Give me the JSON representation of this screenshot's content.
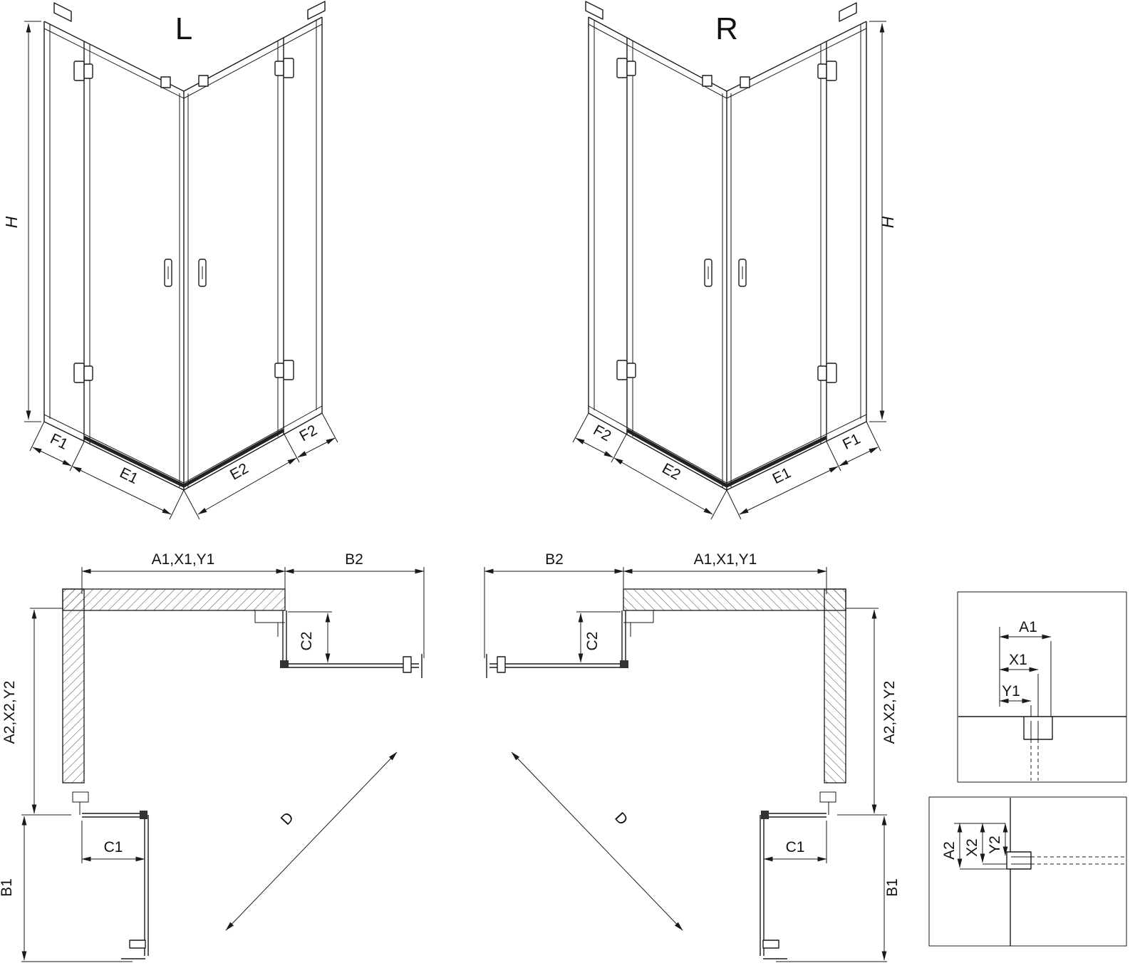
{
  "iso_left": {
    "title": "L",
    "dim_h": "H",
    "dim_f1": "F1",
    "dim_e1": "E1",
    "dim_e2": "E2",
    "dim_f2": "F2"
  },
  "iso_right": {
    "title": "R",
    "dim_h": "H",
    "dim_f1": "F1",
    "dim_e1": "E1",
    "dim_e2": "E2",
    "dim_f2": "F2"
  },
  "plan_left": {
    "dim_a1": "A1,X1,Y1",
    "dim_b2": "B2",
    "dim_c2": "C2",
    "dim_a2": "A2,X2,Y2",
    "dim_c1": "C1",
    "dim_b1": "B1",
    "dim_d": "D"
  },
  "plan_right": {
    "dim_a1": "A1,X1,Y1",
    "dim_b2": "B2",
    "dim_c2": "C2",
    "dim_a2": "A2,X2,Y2",
    "dim_c1": "C1",
    "dim_b1": "B1",
    "dim_d": "D"
  },
  "detail_top": {
    "dim_a1": "A1",
    "dim_x1": "X1",
    "dim_y1": "Y1"
  },
  "detail_bottom": {
    "dim_a2": "A2",
    "dim_x2": "X2",
    "dim_y2": "Y2"
  },
  "colors": {
    "line": "#1a1a1a",
    "hatch": "#4a4a4a",
    "background": "#ffffff"
  }
}
